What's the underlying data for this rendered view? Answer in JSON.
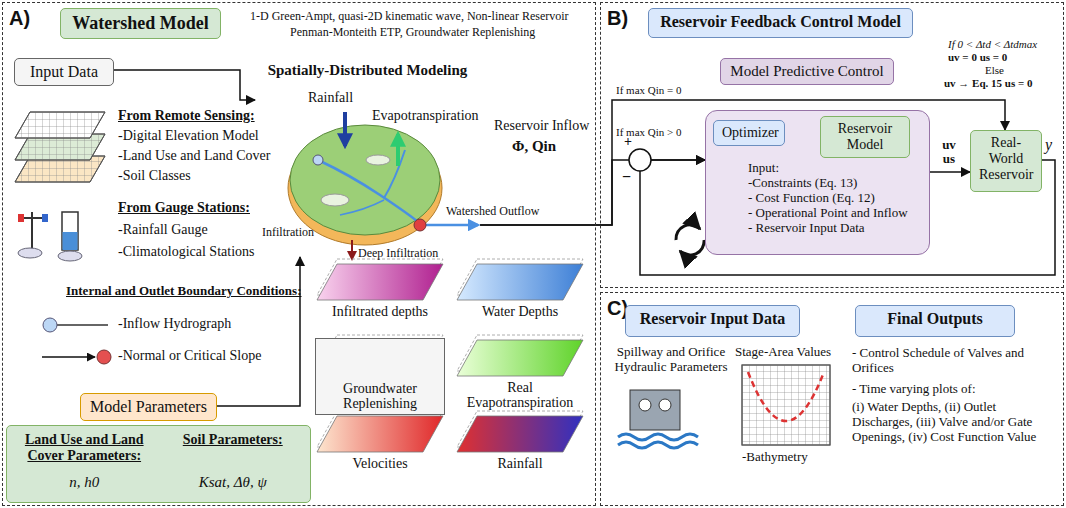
{
  "diagram": {
    "nodes": [
      {
        "text": [
          "A)"
        ]
      },
      {
        "text": [
          "Watershed Model"
        ],
        "in": 0
      },
      {
        "text": [
          "Input Data"
        ],
        "in": 0
      },
      {
        "text": [
          "Spatially-Distributed Modeling"
        ],
        "in": 0
      },
      {
        "text": [
          "Model Parameters"
        ],
        "in": 0
      },
      {
        "text": [
          "Land Use and Land Cover Parameters:",
          "n, h0",
          "Soil Parameters:",
          "Ksat, Δθ, ψ"
        ],
        "in": 0
      },
      {
        "text": [
          "Infiltrated depths"
        ],
        "in": 0
      },
      {
        "text": [
          "Water Depths"
        ],
        "in": 0
      },
      {
        "text": [
          "Groundwater Replenishing"
        ],
        "in": 0
      },
      {
        "text": [
          "Real Evapotranspiration"
        ],
        "in": 0
      },
      {
        "text": [
          "Velocities"
        ],
        "in": 0
      },
      {
        "text": [
          "Rainfall"
        ],
        "in": 0
      },
      {
        "text": [
          "B)"
        ]
      },
      {
        "text": [
          "Reservoir Feedback Control Model"
        ],
        "in": 12
      },
      {
        "text": [
          "Model Predictive Control"
        ],
        "in": 12
      },
      {
        "text": [
          "Input:",
          "-Constraints (Eq. 13)",
          "- Cost Function (Eq. 12)",
          "- Operational Point and Inflow",
          "- Reservoir Input Data"
        ],
        "in": 12
      },
      {
        "text": [
          "Optimizer"
        ],
        "in": 15
      },
      {
        "text": [
          "Reservoir Model"
        ],
        "in": 15
      },
      {
        "text": [
          "Real-World Reservoir"
        ],
        "in": 12
      },
      {
        "text": [
          "C)"
        ]
      },
      {
        "text": [
          "Reservoir Input Data"
        ],
        "in": 19
      },
      {
        "text": [
          "Final Outputs"
        ],
        "in": 19
      }
    ],
    "edges": [
      {
        "from": 2,
        "to": 3,
        "arrow": "to"
      },
      {
        "from": 4,
        "to": 3,
        "arrow": "to"
      },
      {
        "from": 3,
        "to": 18,
        "label": "If max Qin = 0",
        "arrow": "to"
      },
      {
        "from": 3,
        "to": 15,
        "label": "If max Qin > 0",
        "arrow": "to"
      },
      {
        "from": 16,
        "to": 17,
        "arrow": "both"
      },
      {
        "from": 15,
        "to": 18,
        "label": "uv us",
        "arrow": "to"
      },
      {
        "from": 18,
        "to": 15,
        "label": "y",
        "arrow": "to"
      }
    ],
    "labels": [
      "1-D Green-Ampt, quasi-2D kinematic wave, Non-linear Reservoir",
      "Penman-Monteith ETP, Groundwater Replenishing",
      "From Remote Sensing:",
      "-Digital Elevation Model",
      "-Land Use and Land Cover",
      "-Soil Classes",
      "From Gauge Stations:",
      "-Rainfall Gauge",
      "-Climatological Stations",
      "Internal and Outlet Boundary Conditions:",
      "-Inflow Hydrograph",
      "-Normal or Critical Slope",
      "Rainfall",
      "Evapotranspiration",
      "Infiltration",
      "Watershed Outflow",
      "Deep Infiltration",
      "Reservoir Inflow",
      "Φ, Qin",
      "+",
      "−",
      "If 0 < Δtd < Δtdmax",
      "uv = 0 us = 0",
      "Else",
      "uv → Eq. 15 us = 0",
      "Spillway and Orifice Hydraulic Parameters",
      "Stage-Area Values",
      "-Bathymetry",
      "- Control Schedule of Valves and Orifices",
      "- Time varying plots of:",
      "(i) Water Depths, (ii) Outlet Discharges, (iii) Valve and/or Gate Openings, (iv) Cost Function Value"
    ]
  }
}
